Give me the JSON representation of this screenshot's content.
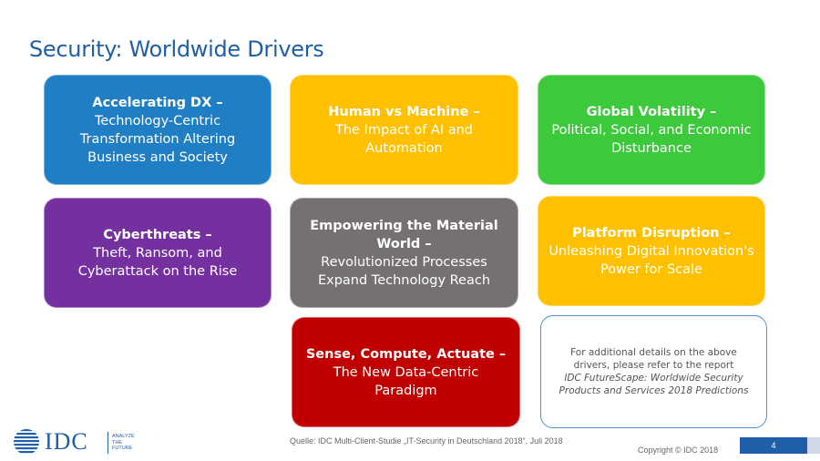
{
  "title": "Security: Worldwide Drivers",
  "boxes": [
    {
      "head": "Accelerating DX –",
      "body": "Technology-Centric Transformation Altering Business and Society",
      "color": "#1f7ec4"
    },
    {
      "head": "Human vs Machine –",
      "body": "The Impact of AI and Automation",
      "color": "#ffc000"
    },
    {
      "head": "Global Volatility –",
      "body": "Political, Social, and Economic Disturbance",
      "color": "#3cc93c"
    },
    {
      "head": "Cyberthreats –",
      "body": "Theft, Ransom, and Cyberattack on the Rise",
      "color": "#7530a0"
    },
    {
      "head": "Empowering the Material World –",
      "body": "Revolutionized Processes Expand Technology Reach",
      "color": "#767171"
    },
    {
      "head": "Platform Disruption –",
      "body": "Unleashing Digital Innovation's Power for Scale",
      "color": "#ffc000"
    },
    {
      "head": "Sense, Compute, Actuate –",
      "body": "The New Data-Centric Paradigm",
      "color": "#c00000"
    }
  ],
  "note": {
    "text": "For additional details on the above drivers, please refer to the report",
    "report": "IDC FutureScape: Worldwide Security Products and Services 2018 Predictions"
  },
  "footer": {
    "source": "Quelle: IDC Multi-Client-Studie „IT-Security in Deutschland 2018“, Juli 2018",
    "copyright": "Copyright © IDC 2018",
    "page": "4"
  },
  "logo": {
    "text": "IDC",
    "tag_line1": "ANALYZE",
    "tag_line2": "THE",
    "tag_line3": "FUTURE"
  },
  "colors": {
    "accent": "#1f5fa8"
  }
}
